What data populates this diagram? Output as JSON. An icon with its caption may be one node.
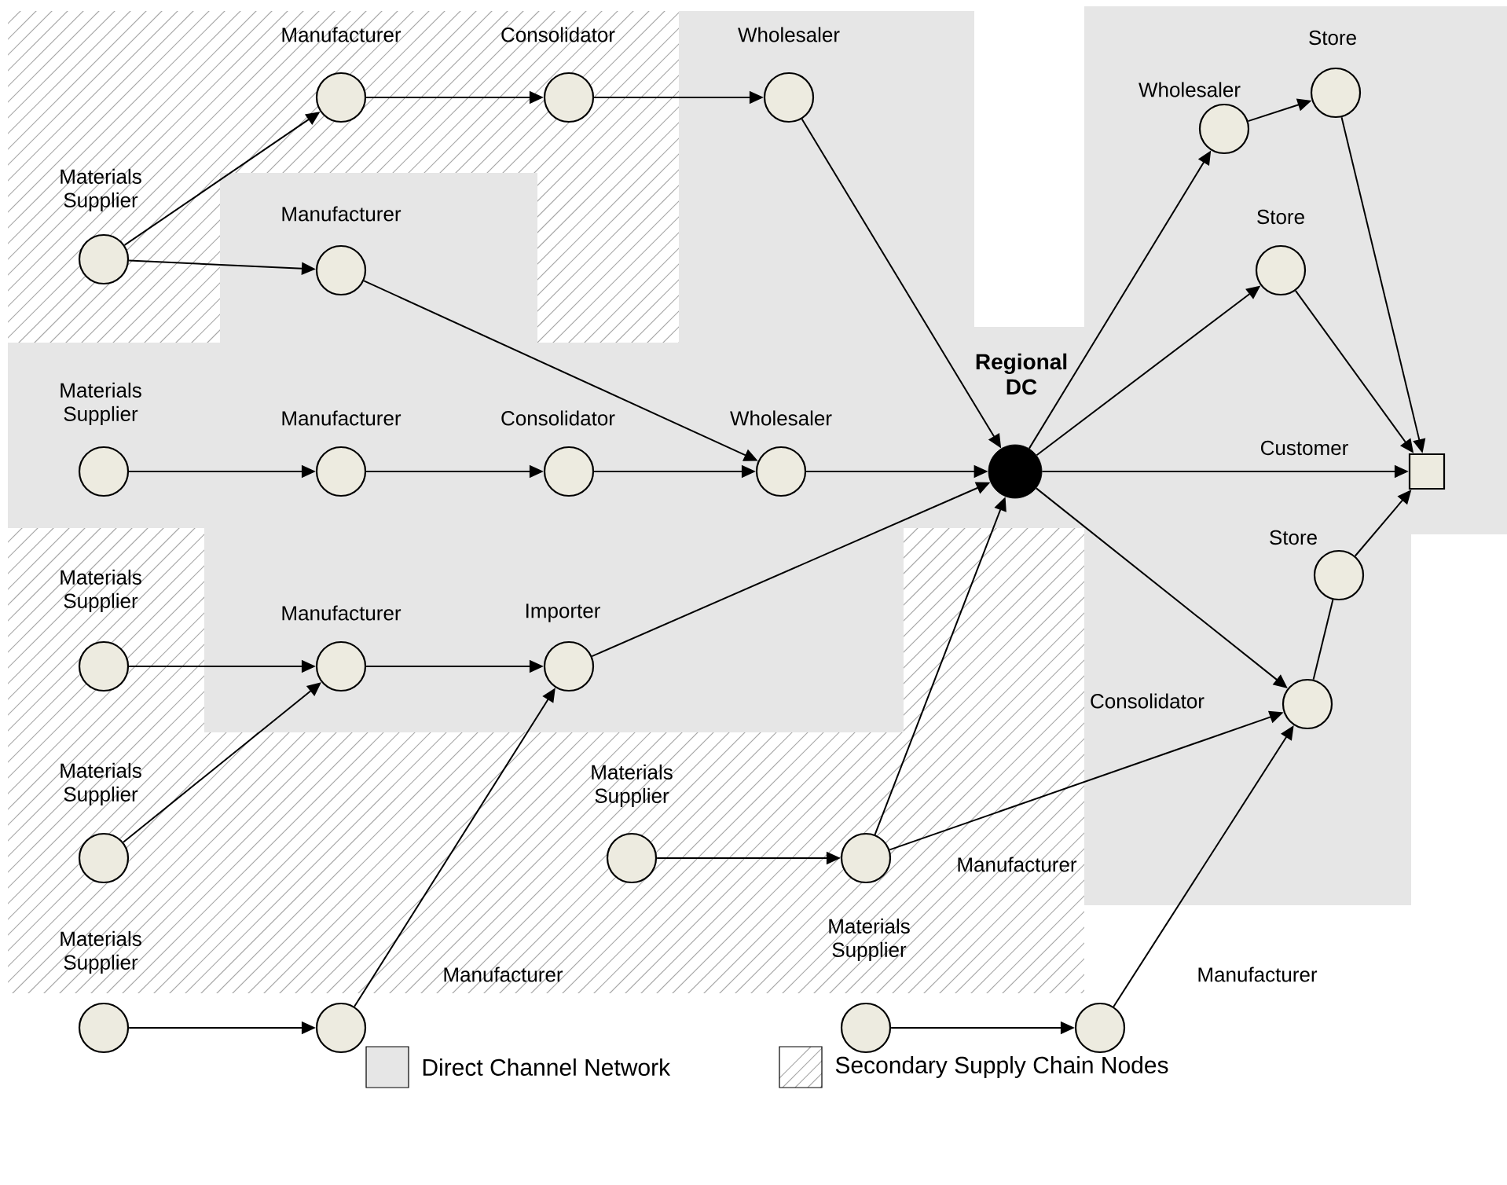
{
  "diagram": {
    "nodes": [
      {
        "text": [
          "Materials Supplier"
        ]
      },
      {
        "text": [
          "Manufacturer"
        ]
      },
      {
        "text": [
          "Consolidator"
        ]
      },
      {
        "text": [
          "Wholesaler"
        ]
      },
      {
        "text": [
          "Manufacturer"
        ]
      },
      {
        "text": [
          "Materials Supplier"
        ]
      },
      {
        "text": [
          "Manufacturer"
        ]
      },
      {
        "text": [
          "Consolidator"
        ]
      },
      {
        "text": [
          "Wholesaler"
        ]
      },
      {
        "text": [
          "Regional DC"
        ]
      },
      {
        "text": [
          "Wholesaler"
        ]
      },
      {
        "text": [
          "Store"
        ]
      },
      {
        "text": [
          "Store"
        ]
      },
      {
        "text": [
          "Customer"
        ]
      },
      {
        "text": [
          "Store"
        ]
      },
      {
        "text": [
          "Consolidator"
        ]
      },
      {
        "text": [
          "Materials Supplier"
        ]
      },
      {
        "text": [
          "Manufacturer"
        ]
      },
      {
        "text": [
          "Importer"
        ]
      },
      {
        "text": [
          "Materials Supplier"
        ]
      },
      {
        "text": [
          "Materials Supplier"
        ]
      },
      {
        "text": [
          "Manufacturer"
        ]
      },
      {
        "text": [
          "Materials Supplier"
        ]
      },
      {
        "text": [
          "Manufacturer"
        ]
      },
      {
        "text": [
          "Materials Supplier"
        ]
      },
      {
        "text": [
          "Manufacturer"
        ]
      }
    ],
    "edges": [
      {
        "from": 0,
        "to": 1,
        "arrow": "to"
      },
      {
        "from": 0,
        "to": 4,
        "arrow": "to"
      },
      {
        "from": 1,
        "to": 2,
        "arrow": "to"
      },
      {
        "from": 2,
        "to": 3,
        "arrow": "to"
      },
      {
        "from": 3,
        "to": 9,
        "arrow": "to"
      },
      {
        "from": 4,
        "to": 8,
        "arrow": "to"
      },
      {
        "from": 5,
        "to": 6,
        "arrow": "to"
      },
      {
        "from": 6,
        "to": 7,
        "arrow": "to"
      },
      {
        "from": 7,
        "to": 8,
        "arrow": "to"
      },
      {
        "from": 8,
        "to": 9,
        "arrow": "to"
      },
      {
        "from": 9,
        "to": 10,
        "arrow": "to"
      },
      {
        "from": 10,
        "to": 11,
        "arrow": "to"
      },
      {
        "from": 9,
        "to": 12,
        "arrow": "to"
      },
      {
        "from": 9,
        "to": 13,
        "arrow": "to"
      },
      {
        "from": 9,
        "to": 15,
        "arrow": "to"
      },
      {
        "from": 11,
        "to": 13,
        "arrow": "to"
      },
      {
        "from": 12,
        "to": 13,
        "arrow": "to"
      },
      {
        "from": 15,
        "to": 14,
        "arrow": "none"
      },
      {
        "from": 14,
        "to": 13,
        "arrow": "to"
      },
      {
        "from": 16,
        "to": 17,
        "arrow": "to"
      },
      {
        "from": 17,
        "to": 18,
        "arrow": "to"
      },
      {
        "from": 18,
        "to": 9,
        "arrow": "to"
      },
      {
        "from": 19,
        "to": 17,
        "arrow": "to"
      },
      {
        "from": 20,
        "to": 21,
        "arrow": "to"
      },
      {
        "from": 21,
        "to": 18,
        "arrow": "to"
      },
      {
        "from": 22,
        "to": 23,
        "arrow": "to"
      },
      {
        "from": 23,
        "to": 9,
        "arrow": "to"
      },
      {
        "from": 23,
        "to": 15,
        "arrow": "to"
      },
      {
        "from": 24,
        "to": 25,
        "arrow": "to"
      },
      {
        "from": 25,
        "to": 15,
        "arrow": "to"
      }
    ],
    "legend": [
      {
        "text": "Direct Channel Network",
        "color": "#e6e6e6"
      },
      {
        "text": "Secondary Supply Chain Nodes"
      }
    ]
  }
}
